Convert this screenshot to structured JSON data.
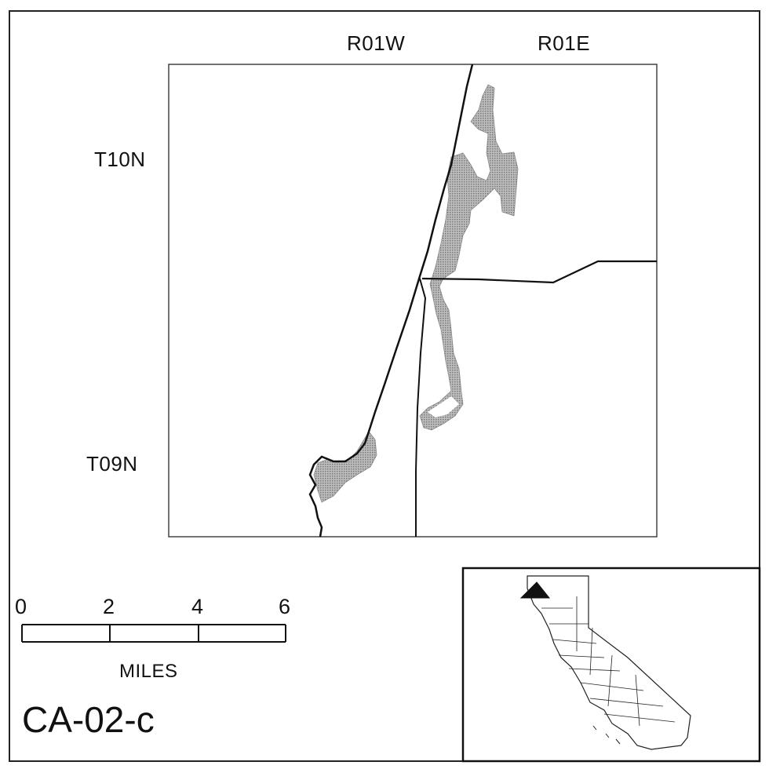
{
  "map": {
    "range_labels": [
      "R01W",
      "R01E"
    ],
    "township_labels": [
      "T10N",
      "T09N"
    ],
    "map_id": "CA-02-c"
  },
  "scale_bar": {
    "ticks": [
      "0",
      "2",
      "4",
      "6"
    ],
    "unit": "MILES"
  },
  "colors": {
    "line": "#111111",
    "shading": "#8c8c8c",
    "background": "#ffffff"
  },
  "inset": {
    "description_icon": "california-locator-icon"
  }
}
